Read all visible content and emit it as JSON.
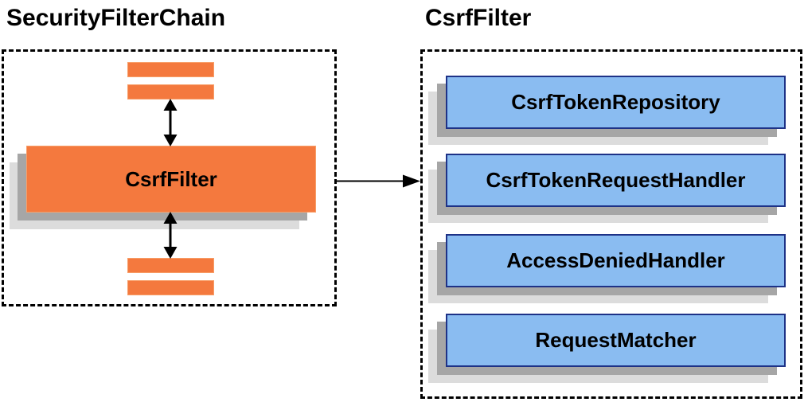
{
  "left_panel": {
    "title": "SecurityFilterChain",
    "filter_box_label": "CsrfFilter",
    "other_filters": [
      "filter-placeholder-bar",
      "filter-placeholder-bar",
      "filter-placeholder-bar",
      "filter-placeholder-bar"
    ]
  },
  "right_panel": {
    "title": "CsrfFilter",
    "components": [
      "CsrfTokenRepository",
      "CsrfTokenRequestHandler",
      "AccessDeniedHandler",
      "RequestMatcher"
    ]
  },
  "colors": {
    "orange_fill": "#F4793E",
    "orange_border": "#F89E68",
    "blue_fill": "#8ABCF1",
    "blue_border": "#1E3287",
    "shadow_dark": "#A6A6A6",
    "shadow_light": "#DCDCDC",
    "arrow": "#000000",
    "text": "#000000",
    "background": "#FFFFFF"
  }
}
